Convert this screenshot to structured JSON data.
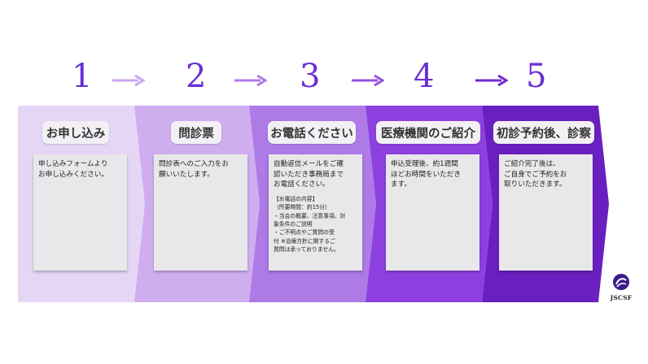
{
  "steps": [
    {
      "number": "1",
      "title": "お申し込み",
      "body": "申し込みフォームより\nお申し込みください。",
      "note": ""
    },
    {
      "number": "2",
      "title": "問診票",
      "body": "問診表へのご入力をお\n願いいたします。",
      "note": ""
    },
    {
      "number": "3",
      "title": "お電話ください",
      "body": "自動返信メールをご確\n認いただき事務局まで\nお電話ください。",
      "note": "【お電話の内容】\n（所要時間：約15分）\n・当会の概要、注意事項、対\n象条件のご説明\n・ご不明点やご質問の受\n付 ※治療方針に関するご\n質問は承っておりません。"
    },
    {
      "number": "4",
      "title": "医療機関のご紹介",
      "body": "申込受理後、約1週間\nほどお時間をいただき\nます。",
      "note": ""
    },
    {
      "number": "5",
      "title": "初診予約後、診察",
      "body": "ご紹介完了後は、\nご自身でご予約をお\n取りいただきます。",
      "note": ""
    }
  ],
  "logo": {
    "text": "JSCSF"
  },
  "colors": {
    "accent": "#6a2fd6",
    "band": [
      "#e6d6f6",
      "#cfaef0",
      "#ad7ae6",
      "#8e3fe0",
      "#6a1fc0"
    ],
    "arrows": [
      "#c9a6f1",
      "#b07be9",
      "#9552e0",
      "#7229cd"
    ]
  }
}
